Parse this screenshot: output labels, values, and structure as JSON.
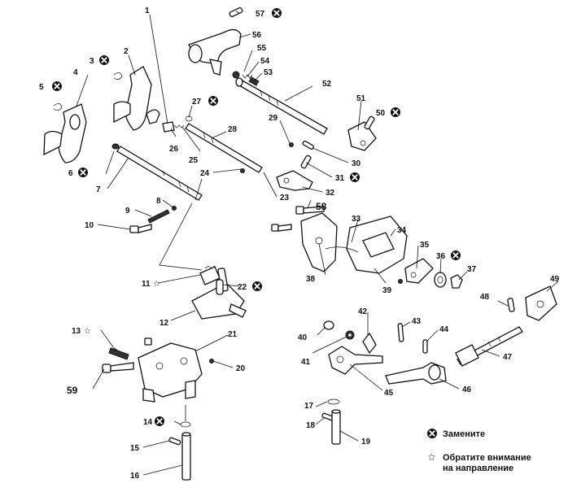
{
  "callouts": [
    "1",
    "2",
    "3",
    "4",
    "5",
    "6",
    "7",
    "8",
    "9",
    "10",
    "11",
    "12",
    "13",
    "14",
    "15",
    "16",
    "17",
    "18",
    "19",
    "20",
    "21",
    "22",
    "23",
    "24",
    "25",
    "26",
    "27",
    "28",
    "29",
    "30",
    "31",
    "32",
    "33",
    "34",
    "35",
    "36",
    "37",
    "38",
    "39",
    "40",
    "41",
    "42",
    "43",
    "44",
    "45",
    "46",
    "47",
    "48",
    "49",
    "50",
    "51",
    "52",
    "53",
    "54",
    "55",
    "56",
    "57",
    "58",
    "59"
  ],
  "replace_marked": [
    "3",
    "5",
    "6",
    "14",
    "22",
    "27",
    "31",
    "36",
    "50",
    "57"
  ],
  "direction_marked": [
    "11",
    "13"
  ],
  "legend": {
    "replace_icon": "circle-x-icon",
    "replace_text": "Замените",
    "direction_icon": "star-icon",
    "direction_text_line1": "Обратите внимание",
    "direction_text_line2": "на направление"
  }
}
